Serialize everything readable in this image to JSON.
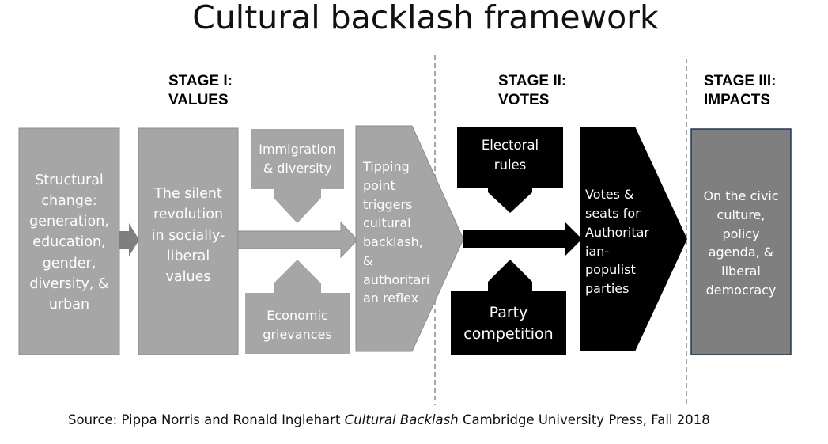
{
  "title": "Cultural backlash framework",
  "stages": {
    "stage1": {
      "line1": "STAGE I:",
      "line2": "VALUES"
    },
    "stage2": {
      "line1": "STAGE II:",
      "line2": "VOTES"
    },
    "stage3": {
      "line1": "STAGE III:",
      "line2": "IMPACTS"
    }
  },
  "nodes": {
    "structural": [
      "Structural",
      "change:",
      "generation,",
      "education,",
      "gender,",
      "diversity, &",
      "urban"
    ],
    "silent": [
      "The silent",
      "revolution",
      "in socially-",
      "liberal",
      "values"
    ],
    "immigration": [
      "Immigration",
      "& diversity"
    ],
    "economic": [
      "Economic",
      "grievances"
    ],
    "tipping": [
      "Tipping",
      "point",
      "triggers",
      "cultural",
      "backlash,",
      "&",
      "authoritari",
      "an reflex"
    ],
    "electoral": [
      "Electoral",
      "rules"
    ],
    "party": [
      "Party",
      "competition"
    ],
    "votes": [
      "Votes &",
      "seats  for",
      "Authoritar",
      "ian-",
      "populist",
      "parties"
    ],
    "impacts": [
      "On the civic",
      "culture,",
      "policy",
      "agenda, &",
      "liberal",
      "democracy"
    ]
  },
  "source": {
    "prefix": "Source: Pippa Norris and Ronald Inglehart ",
    "book": "Cultural Backlash",
    "suffix": " Cambridge University Press, Fall 2018"
  },
  "colors": {
    "gray": "#a6a6a6",
    "gray_border": "#8c8c8c",
    "dark_gray": "#7f7f7f",
    "dark_border": "#1f3864",
    "black": "#000000",
    "divider": "#a6a6a6"
  }
}
